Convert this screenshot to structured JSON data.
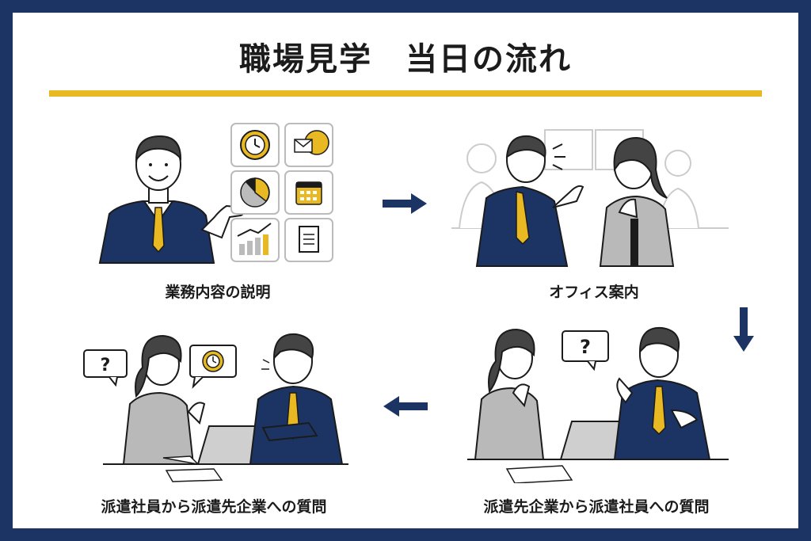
{
  "title": "職場見学　当日の流れ",
  "colors": {
    "navy": "#1c3464",
    "accent": "#e8b923",
    "gray": "#b9b9b9",
    "white": "#ffffff"
  },
  "steps": [
    {
      "label": "業務内容の説明"
    },
    {
      "label": "オフィス案内"
    },
    {
      "label": "派遣先企業から派遣社員への質問"
    },
    {
      "label": "派遣社員から派遣先企業への質問"
    }
  ],
  "bubbles": {
    "question": "?"
  },
  "icons": [
    "clock-icon",
    "globe-mail-icon",
    "pie-chart-icon",
    "calendar-icon",
    "bar-chart-icon",
    "document-icon"
  ]
}
